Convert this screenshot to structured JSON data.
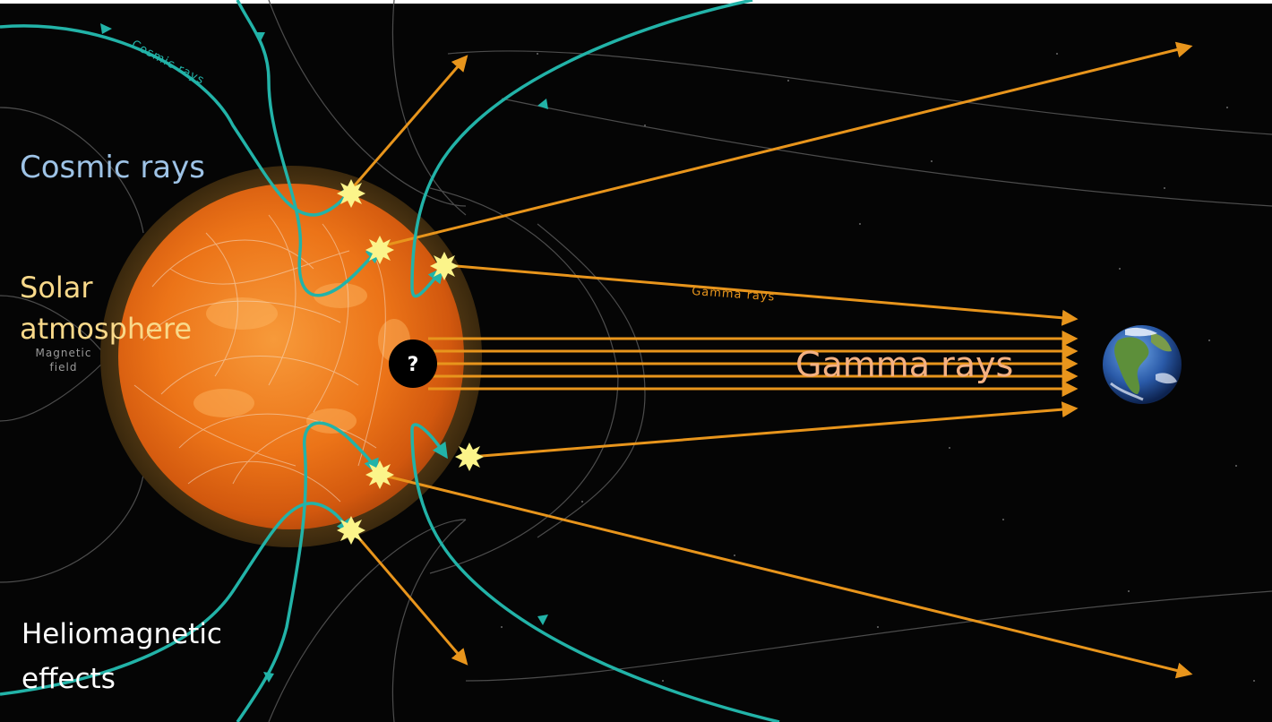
{
  "labels": {
    "cosmic_rays": "Cosmic rays",
    "solar_atmosphere_line1": "Solar",
    "solar_atmosphere_line2": "atmosphere",
    "gamma_rays": "Gamma rays",
    "heliomagnetic_line1": "Heliomagnetic",
    "heliomagnetic_line2": "effects",
    "cosmic_rays_curve": "Cosmic rays",
    "gamma_rays_small": "Gamma rays",
    "magnetic_field_line1": "Magnetic",
    "magnetic_field_line2": "field",
    "question_mark": "?"
  },
  "colors": {
    "background": "#050505",
    "sun_core": "#f07a1e",
    "sun_halo": "#4a3312",
    "cosmic_ray": "#22b3a8",
    "gamma_ray": "#e8951c",
    "star_burst": "#fbf48a",
    "field_line": "#9a9a9a",
    "label_blue": "#9ec3e6",
    "label_yellow": "#f9d98a",
    "label_orange": "#f4b183",
    "label_white": "#ffffff"
  },
  "icons": {
    "sun": "sun-icon",
    "earth": "earth-icon",
    "burst": "burst-icon",
    "mystery": "question-mark-icon"
  }
}
